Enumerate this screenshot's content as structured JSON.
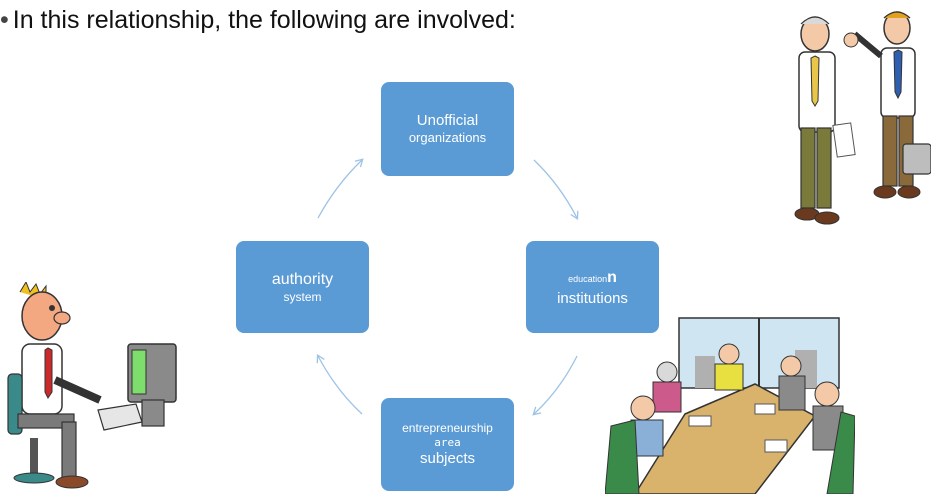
{
  "heading": {
    "bullet": "•",
    "text": "In this relationship, the following are involved:"
  },
  "cycle": {
    "top": {
      "line1": "Unofficial",
      "line2": "organizations"
    },
    "right": {
      "line1": "education",
      "line1_tail": "n",
      "line2": "institutions"
    },
    "bottom": {
      "line1": "entrepreneurship",
      "line2": "area",
      "line3": "subjects"
    },
    "left": {
      "line1": "authority",
      "line2": "system"
    }
  },
  "colors": {
    "node_fill": "#5b9bd5",
    "arrow": "#9dc3e6",
    "node_text": "#ffffff"
  },
  "icons": [
    "two-businessmen-clipart",
    "man-at-computer-clipart",
    "meeting-table-clipart"
  ]
}
